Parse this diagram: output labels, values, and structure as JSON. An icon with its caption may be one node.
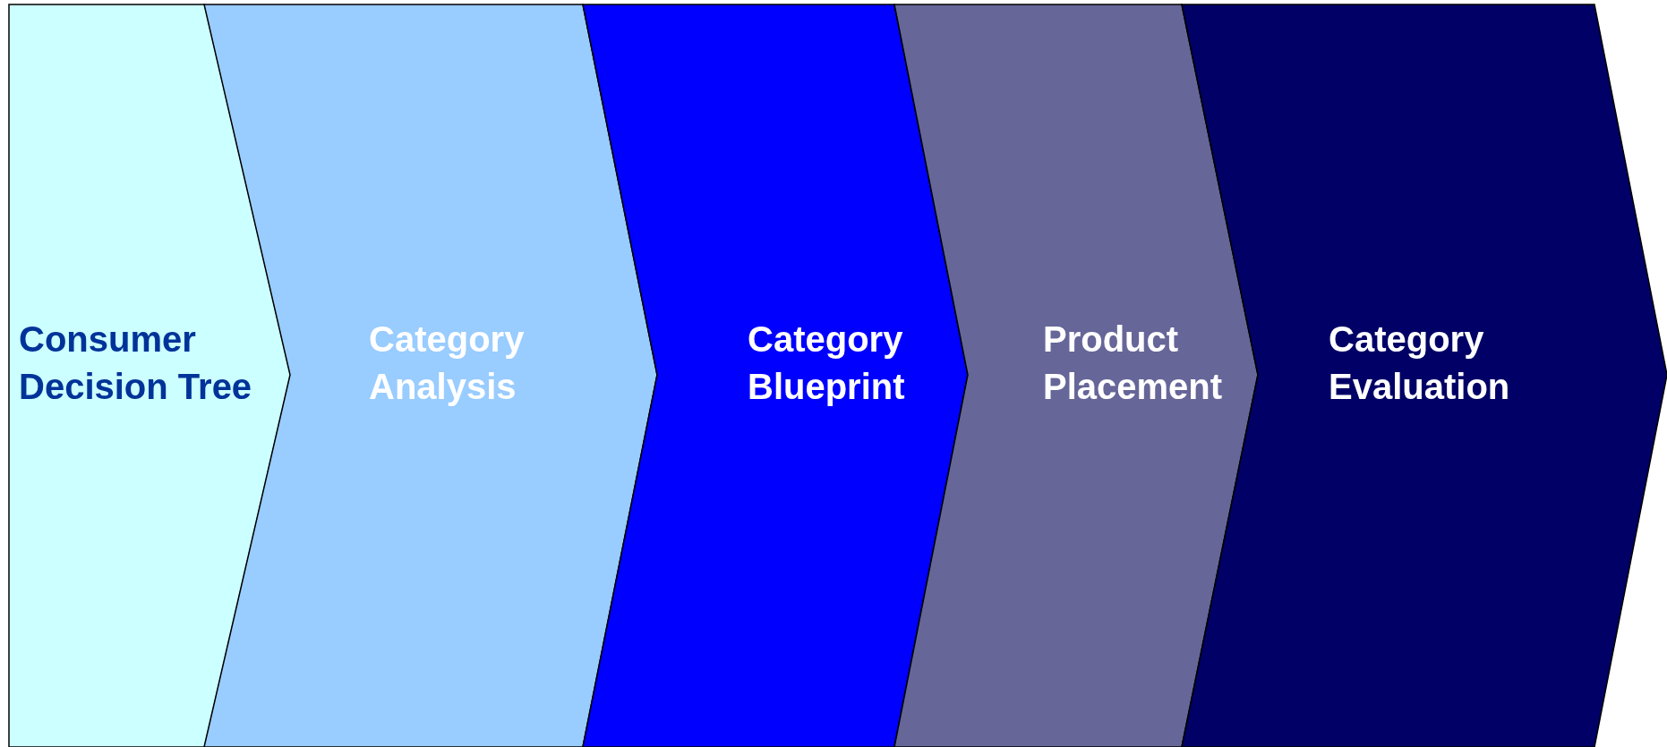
{
  "diagram": {
    "nodes": [
      {
        "text": [
          "Consumer Decision Tree"
        ]
      },
      {
        "text": [
          "Category Analysis"
        ]
      },
      {
        "text": [
          "Category Blueprint"
        ]
      },
      {
        "text": [
          "Product Placement"
        ]
      },
      {
        "text": [
          "Category Evaluation"
        ]
      }
    ]
  }
}
